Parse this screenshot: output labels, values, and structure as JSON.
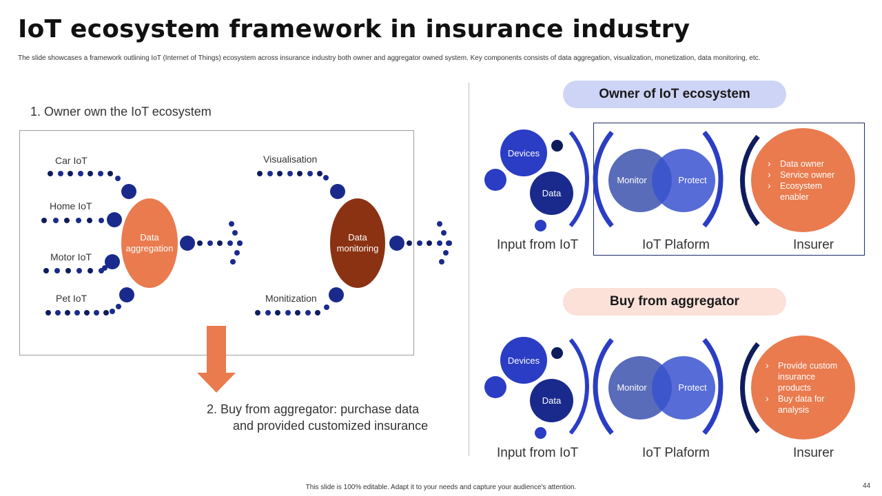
{
  "title": "IoT ecosystem framework in insurance industry",
  "subtitle": "The slide showcases a framework outlining IoT  (Internet of Things) ecosystem across insurance industry both owner and aggregator owned system. Key components consists of data aggregation, visualization, monetization, data monitoring, etc.",
  "left": {
    "heading": "1. Owner own the IoT ecosystem",
    "inputs": [
      "Car IoT",
      "Home IoT",
      "Motor IoT",
      "Pet IoT"
    ],
    "aggregation": "Data aggregation",
    "outputs": [
      "Visualisation",
      "Monitization"
    ],
    "monitoring": "Data monitoring",
    "bottom_text_line1": "2. Buy from aggregator: purchase data",
    "bottom_text_line2": "and provided customized insurance"
  },
  "owner": {
    "pill": "Owner of IoT ecosystem",
    "devices": "Devices",
    "data": "Data",
    "monitor": "Monitor",
    "protect": "Protect",
    "input_caption": "Input from IoT",
    "platform_caption": "IoT Plaform",
    "insurer_caption": "Insurer",
    "insurer_items": [
      "Data owner",
      "Service owner",
      "Ecosystem enabler"
    ]
  },
  "aggregator": {
    "pill": "Buy from aggregator",
    "devices": "Devices",
    "data": "Data",
    "monitor": "Monitor",
    "protect": "Protect",
    "input_caption": "Input from IoT",
    "platform_caption": "IoT Plaform",
    "insurer_caption": "Insurer",
    "insurer_items": [
      "Provide custom insurance products",
      "Buy data for analysis"
    ]
  },
  "footer": "This slide is 100% editable. Adapt it to your needs and capture your audience's attention.",
  "page_number": "44",
  "colors": {
    "navy": "#1a2a8c",
    "blue": "#2a3dc4",
    "orange": "#e97b4e",
    "brown": "#8b3213",
    "pill_blue": "#cdd4f5",
    "pill_peach": "#fbe1d8"
  }
}
